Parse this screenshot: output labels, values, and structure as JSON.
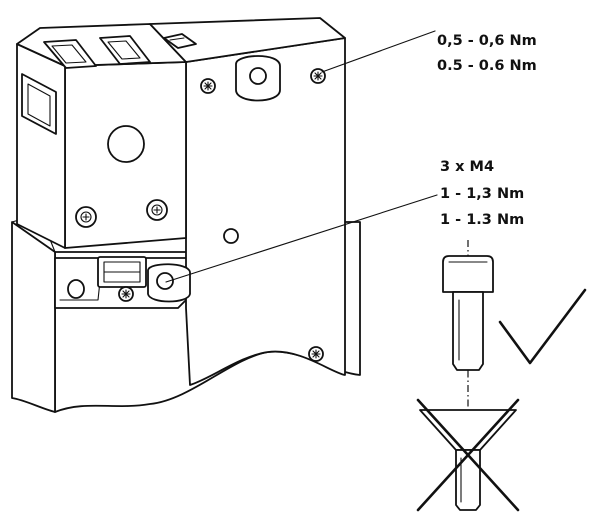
{
  "callouts": {
    "torque_top_comma": "0,5 - 0,6 Nm",
    "torque_top_dot": "0.5 - 0.6 Nm",
    "screw_spec": "3 x M4",
    "torque_bottom_comma": "1 - 1,3 Nm",
    "torque_bottom_dot": "1 - 1.3 Nm"
  },
  "screws": {
    "correct": "socket-head-cap-screw",
    "incorrect": "countersunk-screw"
  },
  "icons": {
    "correct_mark": "check-icon",
    "incorrect_mark": "cross-icon"
  }
}
